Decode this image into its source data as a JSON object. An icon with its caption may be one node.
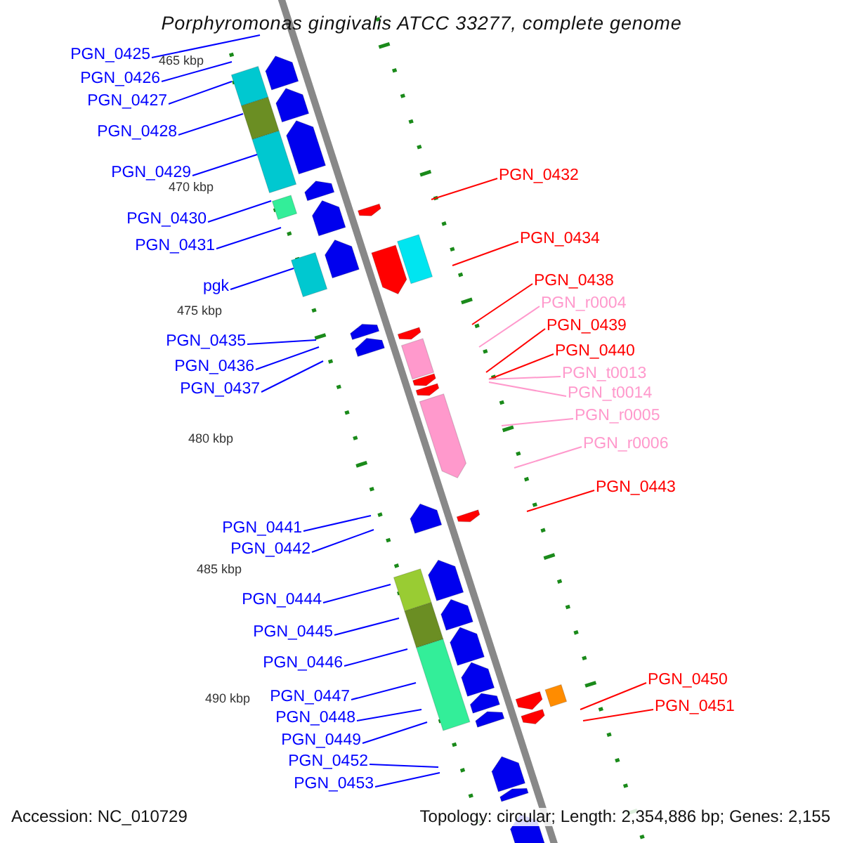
{
  "diagram": {
    "title": "Porphyromonas gingivalis ATCC 33277, complete genome",
    "nodes": [
      {
        "text": [
          "PGN_0425"
        ]
      },
      {
        "text": [
          "PGN_0426"
        ]
      },
      {
        "text": [
          "PGN_0427"
        ]
      },
      {
        "text": [
          "PGN_0428"
        ]
      },
      {
        "text": [
          "PGN_0429"
        ]
      },
      {
        "text": [
          "PGN_0430"
        ]
      },
      {
        "text": [
          "PGN_0431"
        ]
      },
      {
        "text": [
          "pgk"
        ]
      },
      {
        "text": [
          "PGN_0435"
        ]
      },
      {
        "text": [
          "PGN_0436"
        ]
      },
      {
        "text": [
          "PGN_0437"
        ]
      },
      {
        "text": [
          "PGN_0441"
        ]
      },
      {
        "text": [
          "PGN_0442"
        ]
      },
      {
        "text": [
          "PGN_0444"
        ]
      },
      {
        "text": [
          "PGN_0445"
        ]
      },
      {
        "text": [
          "PGN_0446"
        ]
      },
      {
        "text": [
          "PGN_0447"
        ]
      },
      {
        "text": [
          "PGN_0448"
        ]
      },
      {
        "text": [
          "PGN_0449"
        ]
      },
      {
        "text": [
          "PGN_0452"
        ]
      },
      {
        "text": [
          "PGN_0453"
        ]
      },
      {
        "text": [
          "PGN_0432"
        ]
      },
      {
        "text": [
          "PGN_0434"
        ]
      },
      {
        "text": [
          "PGN_0438"
        ]
      },
      {
        "text": [
          "PGN_r0004"
        ]
      },
      {
        "text": [
          "PGN_0439"
        ]
      },
      {
        "text": [
          "PGN_0440"
        ]
      },
      {
        "text": [
          "PGN_t0013"
        ]
      },
      {
        "text": [
          "PGN_t0014"
        ]
      },
      {
        "text": [
          "PGN_r0005"
        ]
      },
      {
        "text": [
          "PGN_r0006"
        ]
      },
      {
        "text": [
          "PGN_0443"
        ]
      },
      {
        "text": [
          "PGN_0450"
        ]
      },
      {
        "text": [
          "PGN_0451"
        ]
      }
    ],
    "edges": [
      {
        "from": 0,
        "to": null,
        "arrow": "none"
      },
      {
        "from": 1,
        "to": null,
        "arrow": "none"
      },
      {
        "from": 2,
        "to": null,
        "arrow": "none"
      },
      {
        "from": 3,
        "to": null,
        "arrow": "none"
      },
      {
        "from": 4,
        "to": null,
        "arrow": "none"
      },
      {
        "from": 5,
        "to": null,
        "arrow": "none"
      },
      {
        "from": 6,
        "to": null,
        "arrow": "none"
      },
      {
        "from": 7,
        "to": null,
        "arrow": "none"
      },
      {
        "from": 8,
        "to": null,
        "arrow": "none"
      },
      {
        "from": 9,
        "to": null,
        "arrow": "none"
      },
      {
        "from": 10,
        "to": null,
        "arrow": "none"
      },
      {
        "from": 11,
        "to": null,
        "arrow": "none"
      },
      {
        "from": 12,
        "to": null,
        "arrow": "none"
      },
      {
        "from": 13,
        "to": null,
        "arrow": "none"
      },
      {
        "from": 14,
        "to": null,
        "arrow": "none"
      },
      {
        "from": 15,
        "to": null,
        "arrow": "none"
      },
      {
        "from": 16,
        "to": null,
        "arrow": "none"
      },
      {
        "from": 17,
        "to": null,
        "arrow": "none"
      },
      {
        "from": 18,
        "to": null,
        "arrow": "none"
      },
      {
        "from": 19,
        "to": null,
        "arrow": "none"
      },
      {
        "from": 20,
        "to": null,
        "arrow": "none"
      },
      {
        "from": 21,
        "to": null,
        "arrow": "none",
        "color": "#ff0000"
      },
      {
        "from": 22,
        "to": null,
        "arrow": "none",
        "color": "#ff0000"
      },
      {
        "from": 23,
        "to": null,
        "arrow": "none",
        "color": "#ff0000"
      },
      {
        "from": 24,
        "to": null,
        "arrow": "none",
        "color": "#ff99cc"
      },
      {
        "from": 25,
        "to": null,
        "arrow": "none",
        "color": "#ff0000"
      },
      {
        "from": 26,
        "to": null,
        "arrow": "none",
        "color": "#ff0000"
      },
      {
        "from": 27,
        "to": null,
        "arrow": "none",
        "color": "#ff99cc"
      },
      {
        "from": 28,
        "to": null,
        "arrow": "none",
        "color": "#ff99cc"
      },
      {
        "from": 29,
        "to": null,
        "arrow": "none",
        "color": "#ff99cc"
      },
      {
        "from": 30,
        "to": null,
        "arrow": "none",
        "color": "#ff99cc"
      },
      {
        "from": 31,
        "to": null,
        "arrow": "none",
        "color": "#ff0000"
      },
      {
        "from": 32,
        "to": null,
        "arrow": "none",
        "color": "#ff0000"
      },
      {
        "from": 33,
        "to": null,
        "arrow": "none",
        "color": "#ff0000"
      }
    ],
    "labels": [
      "465 kbp",
      "470 kbp",
      "475 kbp",
      "480 kbp",
      "485 kbp",
      "490 kbp",
      "Accession: NC_010729",
      "Topology: circular; Length: 2,354,886 bp; Genes: 2,155"
    ]
  }
}
